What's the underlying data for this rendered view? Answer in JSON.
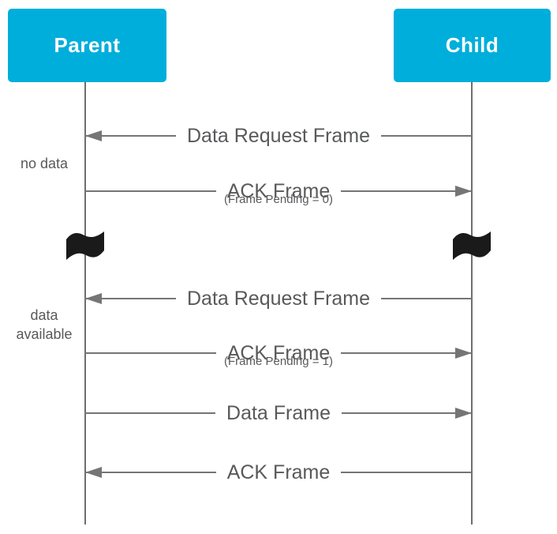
{
  "diagram": {
    "type": "sequence-diagram",
    "actors": [
      {
        "name": "Parent"
      },
      {
        "name": "Child"
      }
    ],
    "side_notes": [
      {
        "text": "no data"
      },
      {
        "text": "data available"
      }
    ],
    "messages": [
      {
        "label": "Data Request Frame",
        "sublabel": "",
        "from": "Child",
        "to": "Parent",
        "direction": "left"
      },
      {
        "label": "ACK Frame",
        "sublabel": "(Frame Pending = 0)",
        "from": "Parent",
        "to": "Child",
        "direction": "right"
      },
      {
        "label": "Data Request Frame",
        "sublabel": "",
        "from": "Child",
        "to": "Parent",
        "direction": "left"
      },
      {
        "label": "ACK Frame",
        "sublabel": "(Frame Pending = 1)",
        "from": "Parent",
        "to": "Child",
        "direction": "right"
      },
      {
        "label": "Data Frame",
        "sublabel": "",
        "from": "Parent",
        "to": "Child",
        "direction": "right"
      },
      {
        "label": "ACK Frame",
        "sublabel": "",
        "from": "Child",
        "to": "Parent",
        "direction": "left"
      }
    ],
    "time_break": {
      "marker": "black-flag",
      "on_lifelines": [
        "Parent",
        "Child"
      ]
    },
    "colors": {
      "actor_fill": "#00AEDB",
      "actor_text": "#FFFFFF",
      "line": "#757575",
      "lifeline": "#6E6E6E",
      "text": "#58595B",
      "flag": "#1A1A1A",
      "background": "#FFFFFF"
    }
  }
}
